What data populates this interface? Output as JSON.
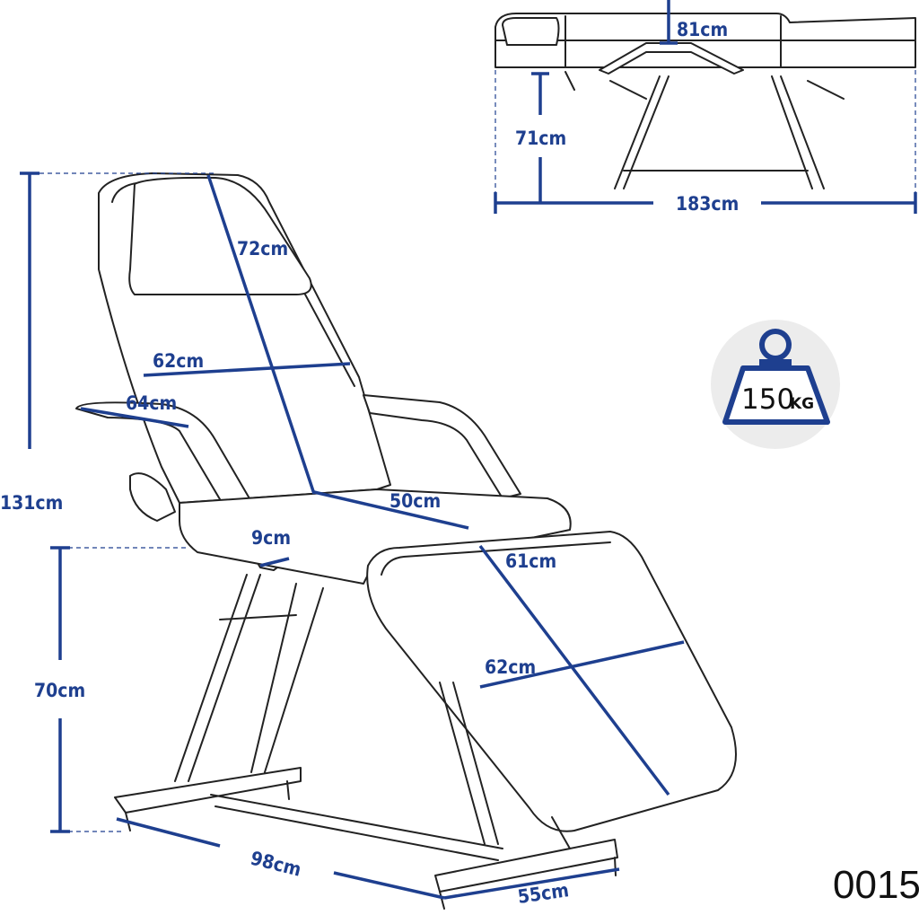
{
  "dimensions": {
    "total_height": "131cm",
    "seat_height": "70cm",
    "backrest_length": "72cm",
    "backrest_width": "62cm",
    "armrest_length": "64cm",
    "seat_depth": "50cm",
    "armrest_width": "9cm",
    "legrest_length": "61cm",
    "legrest_width": "62cm",
    "base_length": "98cm",
    "base_width": "55cm",
    "flat_width": "81cm",
    "flat_height": "71cm",
    "flat_length": "183cm"
  },
  "weight_badge": {
    "value": "150",
    "unit": "KG"
  },
  "product_code": "0015",
  "colors": {
    "accent": "#1e3f8f",
    "badge_bg": "#ececec"
  }
}
